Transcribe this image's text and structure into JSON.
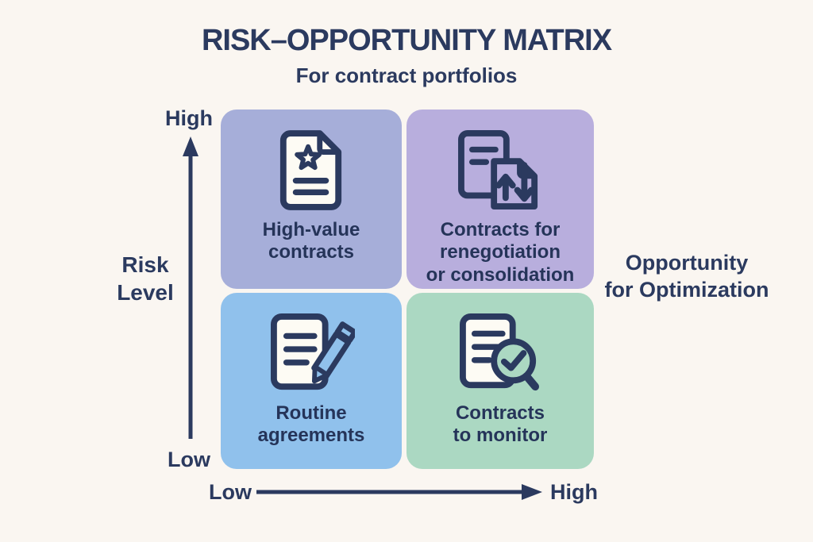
{
  "header": {
    "title": "RISK–OPPORTUNITY MATRIX",
    "subtitle": "For contract portfolios"
  },
  "y_axis": {
    "title_lines": [
      "Risk",
      "Level"
    ],
    "high_label": "High",
    "low_label": "Low"
  },
  "x_axis": {
    "title_lines": [
      "Opportunity",
      "for Optimization"
    ],
    "low_label": "Low",
    "high_label": "High"
  },
  "quadrants": [
    {
      "position": "top-left",
      "risk": "High",
      "opportunity": "Low",
      "label_lines": [
        "High-value",
        "contracts"
      ],
      "icon": "document-star-icon",
      "color": "#a6aed9"
    },
    {
      "position": "top-right",
      "risk": "High",
      "opportunity": "High",
      "label_lines": [
        "Contracts for",
        "renegotiation",
        "or consolidation"
      ],
      "icon": "documents-transfer-icon",
      "color": "#b8aedd"
    },
    {
      "position": "bottom-left",
      "risk": "Low",
      "opportunity": "Low",
      "label_lines": [
        "Routine",
        "agreements"
      ],
      "icon": "document-pencil-icon",
      "color": "#90c1ec"
    },
    {
      "position": "bottom-right",
      "risk": "Low",
      "opportunity": "High",
      "label_lines": [
        "Contracts",
        "to monitor"
      ],
      "icon": "document-search-check-icon",
      "color": "#abd8c2"
    }
  ],
  "colors": {
    "background": "#faf6f1",
    "text_navy": "#2b3a5f",
    "quadrant_top_left": "#a6aed9",
    "quadrant_top_right": "#b8aedd",
    "quadrant_bottom_left": "#90c1ec",
    "quadrant_bottom_right": "#abd8c2",
    "icon_paper": "#fdfbf4"
  }
}
